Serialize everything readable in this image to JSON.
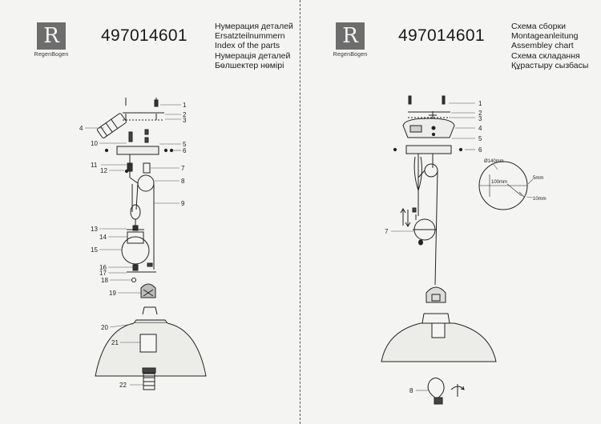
{
  "brand": {
    "logo_text": "RegenBogen"
  },
  "left": {
    "code": "497014601",
    "titles": [
      "Нумерация деталей",
      "Ersatzteilnummern",
      "Index of the parts",
      "Нумерація деталей",
      "Бөлшектер нөмірі"
    ],
    "callouts": [
      "1",
      "2",
      "3",
      "4",
      "5",
      "6",
      "7",
      "8",
      "9",
      "10",
      "11",
      "12",
      "13",
      "14",
      "15",
      "16",
      "17",
      "18",
      "19",
      "20",
      "21",
      "22"
    ]
  },
  "right": {
    "code": "497014601",
    "titles": [
      "Схема сборки",
      "Montageanleitung",
      "Assembley chart",
      "Схема складання",
      "Құрастыру сызбасы"
    ],
    "callouts": [
      "1",
      "2",
      "3",
      "4",
      "5",
      "6",
      "7",
      "8"
    ],
    "dims": {
      "d140": "Ø140mm",
      "d100": "100mm",
      "d5": "5mm",
      "d10": "10mm"
    }
  }
}
